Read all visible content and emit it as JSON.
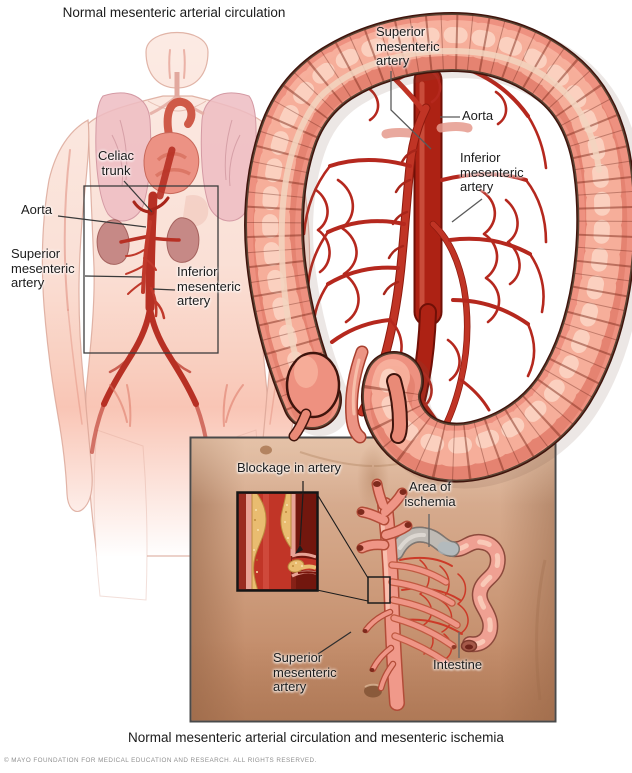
{
  "title": "Normal mesenteric arterial circulation",
  "caption": "Normal mesenteric arterial circulation and mesenteric ischemia",
  "copyright": "© MAYO FOUNDATION FOR MEDICAL EDUCATION AND RESEARCH. ALL RIGHTS RESERVED.",
  "body_figure": {
    "labels": {
      "celiac_trunk": "Celiac trunk",
      "aorta": "Aorta",
      "superior_mesenteric_artery": "Superior mesenteric artery",
      "inferior_mesenteric_artery": "Inferior mesenteric artery"
    }
  },
  "colon_figure": {
    "labels": {
      "superior_mesenteric_artery": "Superior mesenteric artery",
      "aorta": "Aorta",
      "inferior_mesenteric_artery": "Inferior mesenteric artery"
    }
  },
  "ischemia_panel": {
    "labels": {
      "blockage_in_artery": "Blockage in artery",
      "area_of_ischemia": "Area of ischemia",
      "superior_mesenteric_artery": "Superior mesenteric artery",
      "intestine": "Intestine"
    }
  },
  "colors": {
    "artery_red": "#b5281e",
    "aorta_dark_red": "#9e1d10",
    "colon_salmon": "#ee9180",
    "colon_outline": "#3f140c",
    "panel_skin": "#cfa184",
    "ischemia_gray": "#bfbab4",
    "plaque_yellow": "#e9bc70",
    "label_text": "#1c1c1c",
    "footer_text": "#8f8f8f"
  }
}
